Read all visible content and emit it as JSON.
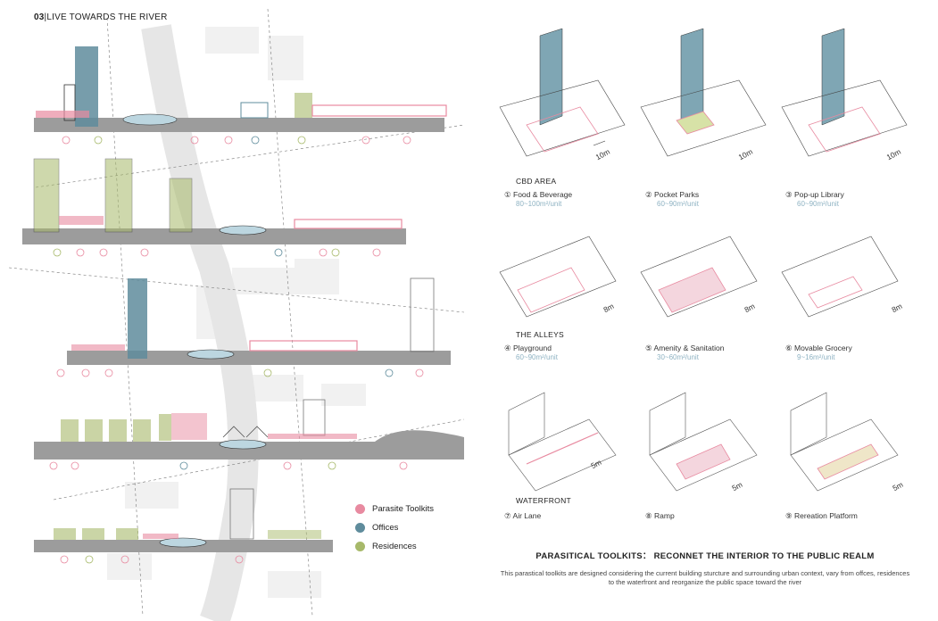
{
  "header": {
    "number": "03",
    "title": "LIVE TOWARDS THE RIVER"
  },
  "legend": [
    {
      "label": "Parasite Toolkits",
      "color": "#e88aa0"
    },
    {
      "label": "Offices",
      "color": "#5f8c9c"
    },
    {
      "label": "Residences",
      "color": "#a7b96a"
    }
  ],
  "sections": [
    {
      "title": "CBD AREA",
      "toolkits": [
        {
          "num": "①",
          "name": "Food & Beverage",
          "area": "80~100m²/unit"
        },
        {
          "num": "②",
          "name": "Pocket Parks",
          "area": "60~90m²/unit"
        },
        {
          "num": "③",
          "name": "Pop-up Library",
          "area": "60~90m²/unit"
        }
      ],
      "scale": "10m"
    },
    {
      "title": "THE ALLEYS",
      "toolkits": [
        {
          "num": "④",
          "name": "Playground",
          "area": "60~90m²/unit"
        },
        {
          "num": "⑤",
          "name": "Amenity & Sanitation",
          "area": "30~60m²/unit"
        },
        {
          "num": "⑥",
          "name": "Movable Grocery",
          "area": "9~16m²/unit"
        }
      ],
      "scale": "8m"
    },
    {
      "title": "WATERFRONT",
      "toolkits": [
        {
          "num": "⑦",
          "name": "Air Lane",
          "area": ""
        },
        {
          "num": "⑧",
          "name": "Ramp",
          "area": ""
        },
        {
          "num": "⑨",
          "name": "Rereation Platform",
          "area": ""
        }
      ],
      "scale": "5m"
    }
  ],
  "main_title": "PARASITICAL TOOLKITS： RECONNET THE INTERIOR TO THE PUBLIC REALM",
  "description": "This parastical toolkits are designed considering the current building sturcture and surrounding urban context, vary from offces, residences to the waterfront and reorganize the public space toward the river"
}
